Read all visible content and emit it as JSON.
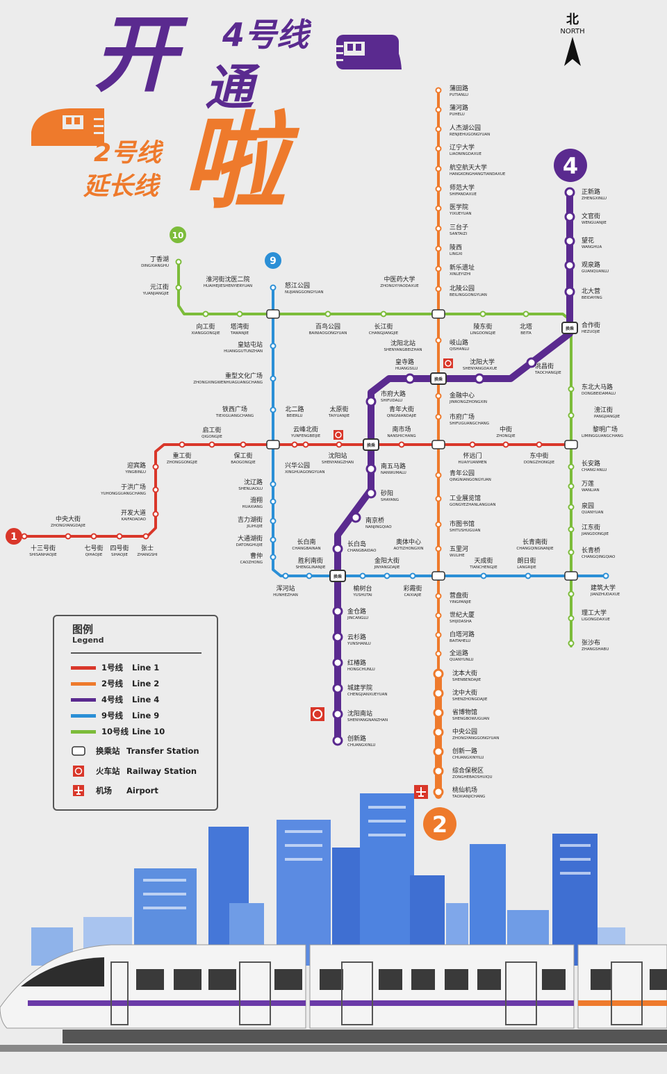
{
  "header": {
    "open_char": "开",
    "tong_char": "通",
    "la_char": "啦",
    "line4_title": "4号线",
    "line2_title": "2号线",
    "line2_sub": "延长线"
  },
  "compass": {
    "zh": "北",
    "en": "NORTH"
  },
  "lines": [
    {
      "id": "1",
      "color": "#d9372a"
    },
    {
      "id": "2",
      "color": "#ee7a2c"
    },
    {
      "id": "4",
      "color": "#5a2a8f"
    },
    {
      "id": "9",
      "color": "#2b8fd6"
    },
    {
      "id": "10",
      "color": "#7cbc3a"
    }
  ],
  "legend": {
    "title": "图例",
    "subtitle": "Legend",
    "line_rows": [
      {
        "zh": "1号线",
        "en": "Line 1",
        "color": "#d9372a"
      },
      {
        "zh": "2号线",
        "en": "Line 2",
        "color": "#ee7a2c"
      },
      {
        "zh": "4号线",
        "en": "Line 4",
        "color": "#5a2a8f"
      },
      {
        "zh": "9号线",
        "en": "Line 9",
        "color": "#2b8fd6"
      },
      {
        "zh": "10号线",
        "en": "Line 10",
        "color": "#7cbc3a"
      }
    ],
    "symbol_rows": [
      {
        "zh": "换乘站",
        "en": "Transfer Station",
        "icon": "transfer-icon"
      },
      {
        "zh": "火车站",
        "en": "Railway Station",
        "icon": "railway-icon"
      },
      {
        "zh": "机场",
        "en": "Airport",
        "icon": "airport-icon"
      }
    ]
  },
  "transfer_badge": "换乘",
  "stations": {
    "line2": [
      [
        "蒲田路",
        "PUTIANLU"
      ],
      [
        "蒲河路",
        "PUHELU"
      ],
      [
        "人杰湖公园",
        "RENJIEHUGONGYUAN"
      ],
      [
        "辽宁大学",
        "LIAONINGDAXUE"
      ],
      [
        "航空航天大学",
        "HANGKONGHANGTIANDAXUE"
      ],
      [
        "师范大学",
        "SHIFANDAXUE"
      ],
      [
        "医学院",
        "YIXUEYUAN"
      ],
      [
        "三台子",
        "SANTAIZI"
      ],
      [
        "陵西",
        "LINGXI"
      ],
      [
        "新乐遗址",
        "XINLEYIZHI"
      ],
      [
        "北陵公园",
        "BEILINGGONGYUAN"
      ],
      [
        "岐山路",
        "QISHANLU"
      ],
      [
        "金融中心",
        "JINRONGZHONGXIN"
      ],
      [
        "市府广场",
        "SHIFUGUANGCHANG"
      ],
      [
        "青年公园",
        "QINGNIANGONGYUAN"
      ],
      [
        "工业展览馆",
        "GONGYEZHANLANGUAN"
      ],
      [
        "市图书馆",
        "SHITUSHUGUAN"
      ],
      [
        "五里河",
        "WULIHE"
      ],
      [
        "营盘街",
        "YINGPANJIE"
      ],
      [
        "世纪大厦",
        "SHIJIDASHA"
      ],
      [
        "白塔河路",
        "BAITAHELU"
      ],
      [
        "全运路",
        "QUANYUNLU"
      ],
      [
        "沈本大街",
        "SHENBENDAJIE"
      ],
      [
        "沈中大街",
        "SHENZHONGDAJIE"
      ],
      [
        "省博物馆",
        "SHENGBOWUGUAN"
      ],
      [
        "中央公园",
        "ZHONGYANGGONGYUAN"
      ],
      [
        "创新一路",
        "CHUANGXINYILU"
      ],
      [
        "综合保税区",
        "ZONGHEBAOSHUIQU"
      ],
      [
        "桃仙机场",
        "TAOXIANJICHANG"
      ]
    ],
    "line4": [
      [
        "正新路",
        "ZHENGXINLU"
      ],
      [
        "文官街",
        "WENGUANJIE"
      ],
      [
        "望花",
        "WANGHUA"
      ],
      [
        "观泉路",
        "GUANQUANLU"
      ],
      [
        "北大营",
        "BEIDAYING"
      ],
      [
        "合作街",
        "HEZUOJIE"
      ],
      [
        "洮昌街",
        "TAOCHANGJIE"
      ],
      [
        "沈阳大学",
        "SHENYANGDAXUE"
      ],
      [
        "皇寺路",
        "HUANGSILU"
      ],
      [
        "市府大路",
        "SHIFUDALU"
      ],
      [
        "南五马路",
        "NANWUMALU"
      ],
      [
        "砂阳",
        "SHAYANG"
      ],
      [
        "南京桥",
        "NANJINGQIAO"
      ],
      [
        "长白岛",
        "CHANGBAIDAO"
      ],
      [
        "金仓路",
        "JINCANGLU"
      ],
      [
        "云杉路",
        "YUNSHANLU"
      ],
      [
        "红椿路",
        "HONGCHUNLU"
      ],
      [
        "城建学院",
        "CHENGJIANXUEYUAN"
      ],
      [
        "沈阳南站",
        "SHENYANGNANZHAN"
      ],
      [
        "创新路",
        "CHUANGXINLU"
      ]
    ],
    "line10": [
      [
        "丁香湖",
        "DINGXIANGHU"
      ],
      [
        "元江街",
        "YUANJIANGJIE"
      ],
      [
        "向工街",
        "XIANGGONGJIE"
      ],
      [
        "塔湾街",
        "TAWANJIE"
      ],
      [
        "淮河街沈医二院",
        "HUAIHEJIESHENYIERYUAN"
      ],
      [
        "怒江公园",
        "NUJIANGGONGYUAN"
      ],
      [
        "百鸟公园",
        "BAINIAOGONGYUAN"
      ],
      [
        "中医药大学",
        "ZHONGYIYAODAXUE"
      ],
      [
        "长江街",
        "CHANGJIANGJIE"
      ],
      [
        "陵东街",
        "LINGDONGJIE"
      ],
      [
        "北塔",
        "BEITA"
      ],
      [
        "东北大马路",
        "DONGBEIDAMALU"
      ],
      [
        "滂江街",
        "PANGJIANGJIE"
      ],
      [
        "长安路",
        "CHANG'ANLU"
      ],
      [
        "万莲",
        "WANLIAN"
      ],
      [
        "泉园",
        "QUANYUAN"
      ],
      [
        "江东街",
        "JIANGDONGJIE"
      ],
      [
        "长青桥",
        "CHANGQINGQIAO"
      ],
      [
        "建筑大学",
        "JIANZHUDAXUE"
      ],
      [
        "理工大学",
        "LIGONGDAXUE"
      ],
      [
        "张沙布",
        "ZHANGSHABU"
      ]
    ],
    "line9": [
      [
        "皇姑屯站",
        "HUANGGUTUNZHAN"
      ],
      [
        "重型文化广场",
        "ZHONGXINGWENHUAGUANGCHANG"
      ],
      [
        "铁西广场",
        "TIEXIGUANGCHANG"
      ],
      [
        "沈辽路",
        "SHENLIAOLU"
      ],
      [
        "滑翔",
        "HUAXIANG"
      ],
      [
        "吉力湖街",
        "JILIHUJIE"
      ],
      [
        "大通湖街",
        "DATONGHUJIE"
      ],
      [
        "曹仲",
        "CAOZHONG"
      ],
      [
        "浑河站",
        "HUNHEZHAN"
      ],
      [
        "长白南",
        "CHANGBAINAN"
      ],
      [
        "胜利南街",
        "SHENGLINANJIE"
      ],
      [
        "榆树台",
        "YUSHUTAI"
      ],
      [
        "金阳大街",
        "JINYANGDAJIE"
      ],
      [
        "奥体中心",
        "AOTIZHONGXIN"
      ],
      [
        "彩霞街",
        "CAIXIAJIE"
      ],
      [
        "天成街",
        "TIANCHENGJIE"
      ],
      [
        "朗日街",
        "LANGRIJIE"
      ],
      [
        "长青南街",
        "CHANGQINGNANJIE"
      ]
    ],
    "line1": [
      [
        "十三号街",
        "SHISANHAOJIE"
      ],
      [
        "中央大街",
        "ZHONGYANGDAJIE"
      ],
      [
        "七号街",
        "QIHAOJIE"
      ],
      [
        "四号街",
        "SIHAOJIE"
      ],
      [
        "张士",
        "ZHANGSHI"
      ],
      [
        "开发大道",
        "KAIFADADAO"
      ],
      [
        "于洪广场",
        "YUHONGGUANGCHANG"
      ],
      [
        "迎宾路",
        "YINGBINLU"
      ],
      [
        "重工街",
        "ZHONGGONGJIE"
      ],
      [
        "启工街",
        "QIGONGJIE"
      ],
      [
        "保工街",
        "BAOGONGJIE"
      ],
      [
        "北二路",
        "BEIERLU"
      ],
      [
        "云峰北街",
        "YUNFENGBEIJIE"
      ],
      [
        "兴华公园",
        "XINGHUAGONGYUAN"
      ],
      [
        "太原街",
        "TAIYUANJIE"
      ],
      [
        "沈阳站",
        "SHENYANGZHAN"
      ],
      [
        "南市场",
        "NANSHICHANG"
      ],
      [
        "青年大街",
        "QINGNIANDAJIE"
      ],
      [
        "怀远门",
        "HUAIYUANMEN"
      ],
      [
        "中街",
        "ZHONGJIE"
      ],
      [
        "东中街",
        "DONGZHONGJIE"
      ],
      [
        "黎明广场",
        "LIMINGGUANGCHANG"
      ],
      [
        "沈阳北站",
        "SHENYANGBEIZHAN"
      ]
    ]
  }
}
